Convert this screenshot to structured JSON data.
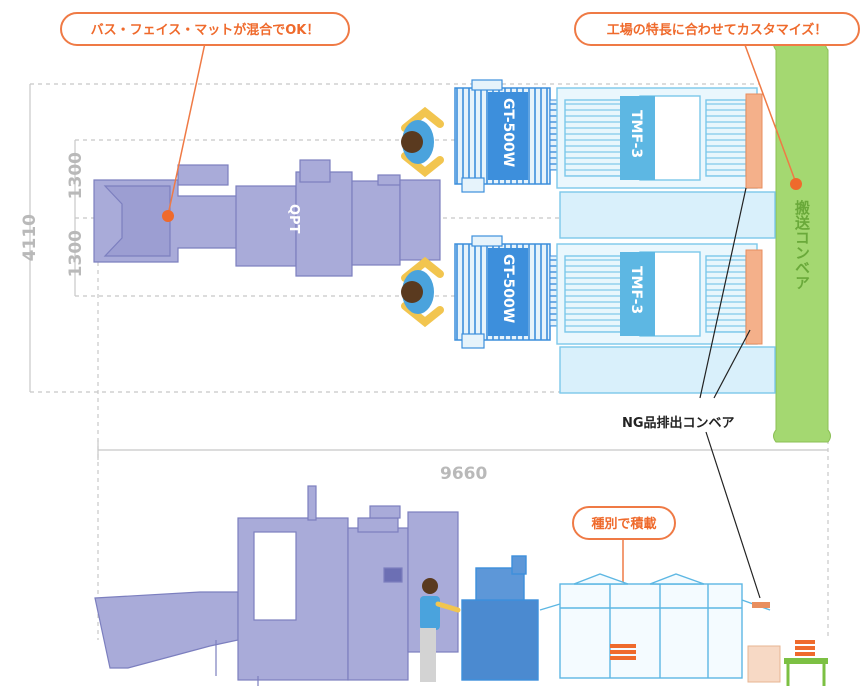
{
  "callouts": {
    "mixed": "バス・フェイス・マットが混合でOK！",
    "customize": "工場の特長に合わせてカスタマイズ！",
    "sort_stack": "種別で積載"
  },
  "dimensions": {
    "total_height": "4110",
    "upper_lane": "1300",
    "lower_lane": "1300",
    "total_width": "9660"
  },
  "machines": {
    "feeder": "QPT",
    "folder_upper": "GT-500W",
    "folder_lower": "GT-500W",
    "stacker_upper": "TMF-3",
    "stacker_lower": "TMF-3"
  },
  "labels": {
    "conveyor": "搬送コンベア",
    "ng_conveyor": "NG品排出コンベア"
  },
  "colors": {
    "accent": "#ef7a45",
    "qpt": "#a7a9d8",
    "folder": "#3d8fdc",
    "stacker": "#7cc8ea",
    "conveyor": "#9fd36a",
    "dimension": "#c4c4c4"
  }
}
